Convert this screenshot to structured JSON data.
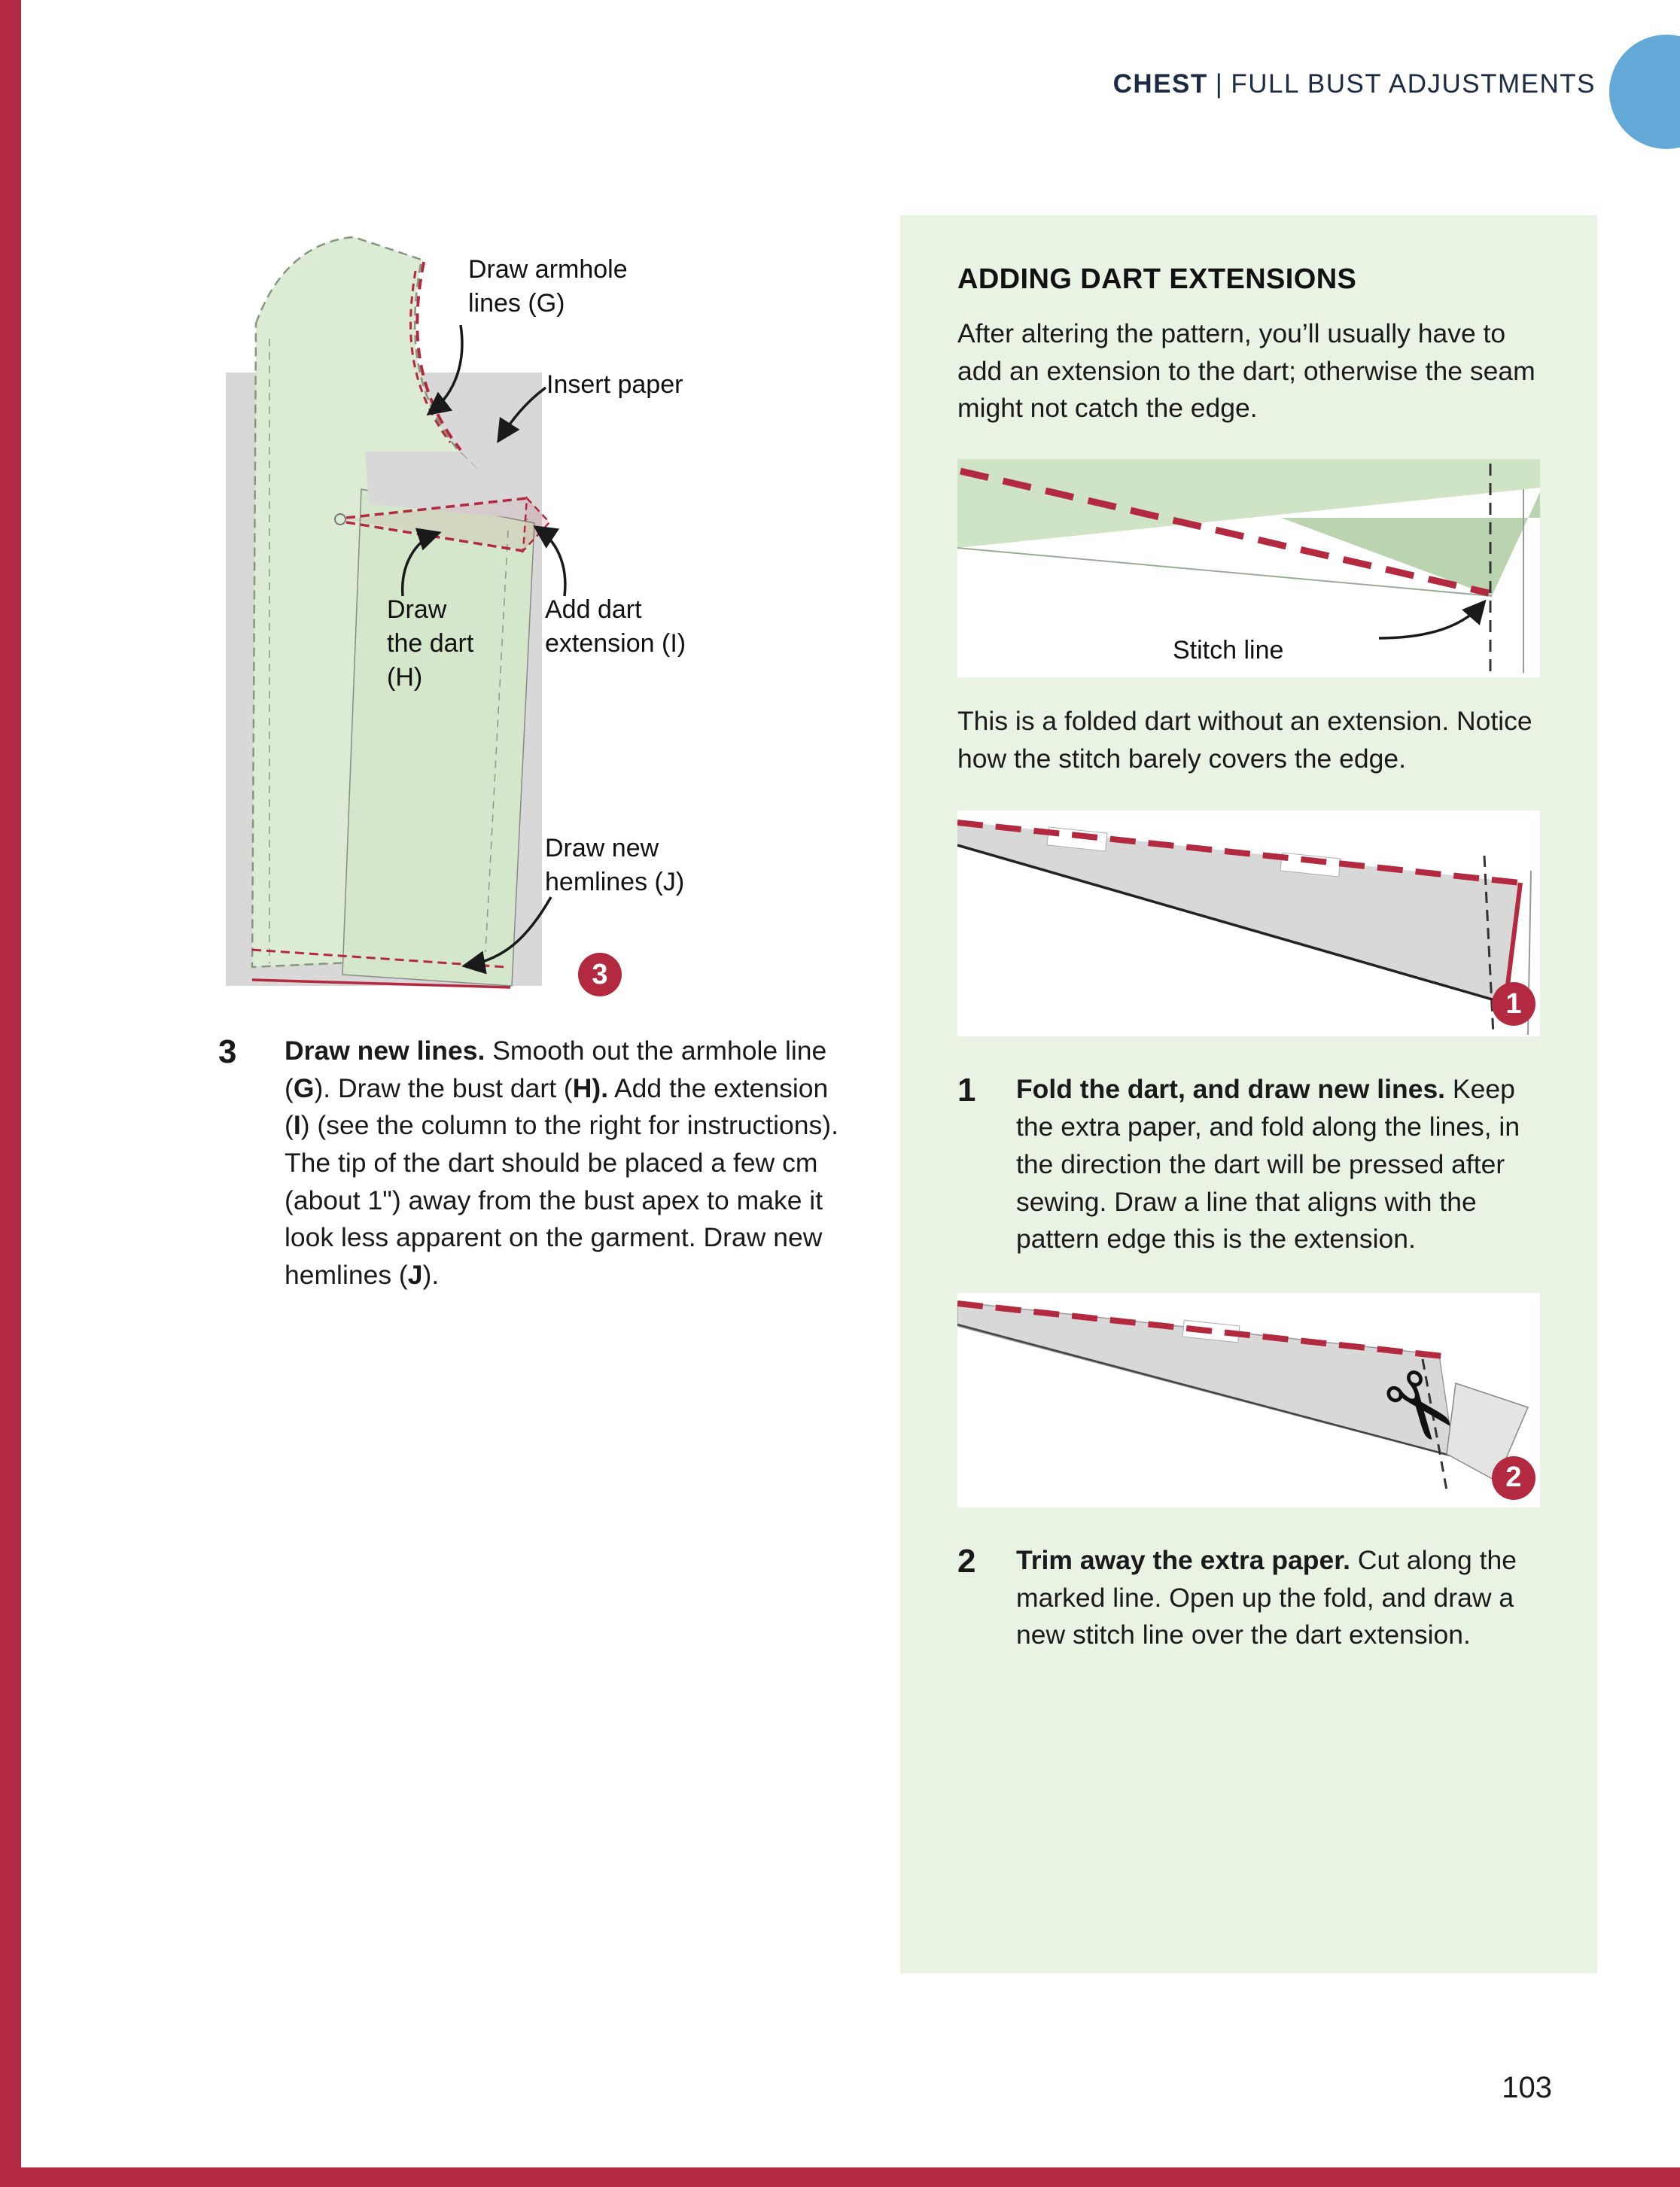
{
  "theme": {
    "accent_red": "#b3293f",
    "panel_green": "#e9f3e4",
    "piece_green": "#dcebd4",
    "piece_green_dark": "#b9d4ae",
    "paper_gray": "#d8d8d8",
    "header_navy": "#1b2b44",
    "tab_blue": "#63a8d7",
    "text_dark": "#1a1a1a"
  },
  "header": {
    "section": "CHEST",
    "separator": "|",
    "title": "FULL BUST ADJUSTMENTS"
  },
  "page_number": "103",
  "left_column": {
    "figure_labels": {
      "armhole": [
        {
          "text": "Draw armhole lines ("
        },
        {
          "text": "G",
          "bold": true
        },
        {
          "text": ")"
        }
      ],
      "insert_paper": [
        {
          "text": "Insert paper"
        }
      ],
      "draw_dart": [
        {
          "text": "Draw the dart ("
        },
        {
          "text": "H",
          "bold": true
        },
        {
          "text": ")"
        }
      ],
      "add_extension": [
        {
          "text": "Add dart extension ("
        },
        {
          "text": "I",
          "bold": true
        },
        {
          "text": ")"
        }
      ],
      "hemlines": [
        {
          "text": "Draw new hemlines ("
        },
        {
          "text": "J",
          "bold": true
        },
        {
          "text": ")"
        }
      ],
      "badge": "3"
    },
    "step3": {
      "number": "3",
      "segments": [
        {
          "text": "Draw new lines. ",
          "bold": true
        },
        {
          "text": "Smooth out the armhole line ("
        },
        {
          "text": "G",
          "bold": true
        },
        {
          "text": "). Draw the bust dart ("
        },
        {
          "text": "H",
          "bold": true
        },
        {
          "text": ").",
          "bold": true
        },
        {
          "text": " Add the extension ("
        },
        {
          "text": "I",
          "bold": true
        },
        {
          "text": ") (see the column to the right for instructions). The tip of the dart should be placed a few cm (about 1\") away from the bust apex to make it look less apparent on the garment. Draw new hemlines ("
        },
        {
          "text": "J",
          "bold": true
        },
        {
          "text": ")."
        }
      ]
    }
  },
  "right_column": {
    "title": "ADDING DART EXTENSIONS",
    "intro": "After altering the pattern, you’ll usually have to add an extension to the dart; otherwise the seam might not catch the edge.",
    "figure_stitch_label": "Stitch line",
    "caption": "This is a folded dart without an extension. Notice how the stitch barely covers the edge.",
    "step1": {
      "number": "1",
      "badge": "1",
      "segments": [
        {
          "text": "Fold the dart, and draw new lines. ",
          "bold": true
        },
        {
          "text": "Keep the extra paper, and fold along the lines, in the direction the dart will be pressed after sewing. Draw a line that aligns with the pattern edge this is the extension."
        }
      ]
    },
    "step2": {
      "number": "2",
      "badge": "2",
      "segments": [
        {
          "text": "Trim away the extra paper. ",
          "bold": true
        },
        {
          "text": "Cut along the marked line. Open up the fold, and draw a new stitch line over the dart extension."
        }
      ]
    }
  }
}
